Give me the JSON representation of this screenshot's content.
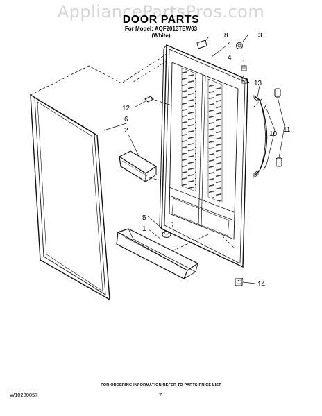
{
  "watermark": "AppliancePartsPros.com",
  "header": {
    "title": "DOOR PARTS",
    "model_line": "For Model: AQF2013TEW03",
    "color_line": "(White)"
  },
  "callouts": [
    "1",
    "2",
    "3",
    "4",
    "5",
    "6",
    "7",
    "8",
    "10",
    "11",
    "12",
    "13",
    "14"
  ],
  "footer": {
    "order_note": "FOR ORDERING INFORMATION REFER TO PARTS PRICE LIST",
    "doc_code": "W10280057",
    "page_number": "7"
  }
}
